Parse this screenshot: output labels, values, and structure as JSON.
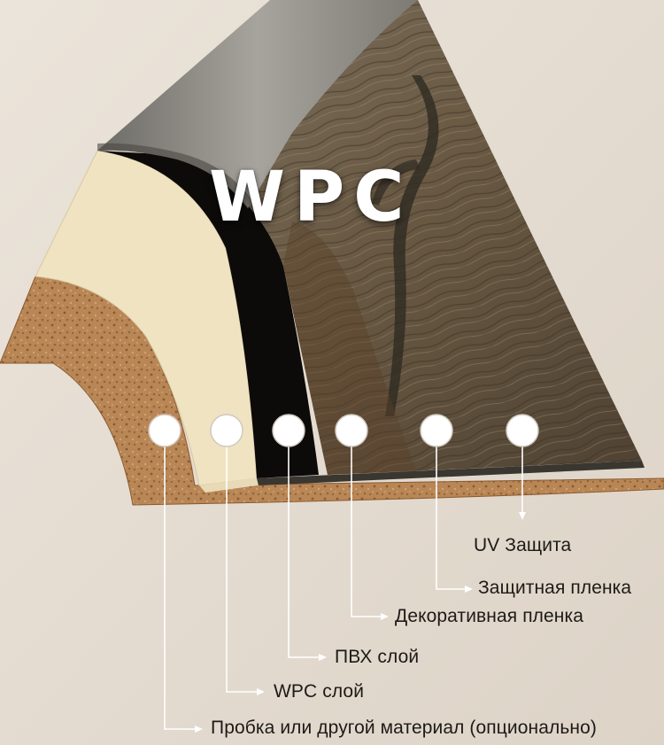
{
  "title": "WPC",
  "colors": {
    "background": "#e6ded4",
    "cork": "#b98656",
    "wpc_layer": "#f0e3c2",
    "pvc_layer": "#0c0b0a",
    "wood": "#6a5a44",
    "top_film": "#8e8c86",
    "leader_line": "#ffffff"
  },
  "layers": [
    {
      "label": "UV Защита",
      "icon": "circle-marker"
    },
    {
      "label": "Защитная пленка",
      "icon": "circle-marker"
    },
    {
      "label": "Декоративная пленка",
      "icon": "circle-marker"
    },
    {
      "label": "ПВХ слой",
      "icon": "circle-marker"
    },
    {
      "label": "WPC слой",
      "icon": "circle-marker"
    },
    {
      "label": "Пробка или другой материал (опционально)",
      "icon": "circle-marker"
    }
  ]
}
